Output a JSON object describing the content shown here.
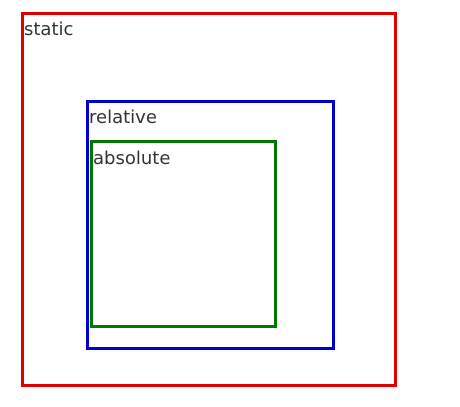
{
  "boxes": {
    "static": {
      "label": "static",
      "border_color": "#e00000"
    },
    "relative": {
      "label": "relative",
      "border_color": "#0000cc"
    },
    "absolute": {
      "label": "absolute",
      "border_color": "#007700"
    }
  },
  "text_color": "#333333"
}
